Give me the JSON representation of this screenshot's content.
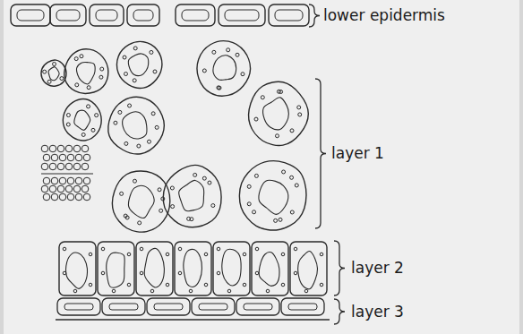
{
  "diagram": {
    "labels": [
      "lower epidermis",
      "layer 1",
      "layer 2",
      "layer 3"
    ]
  }
}
